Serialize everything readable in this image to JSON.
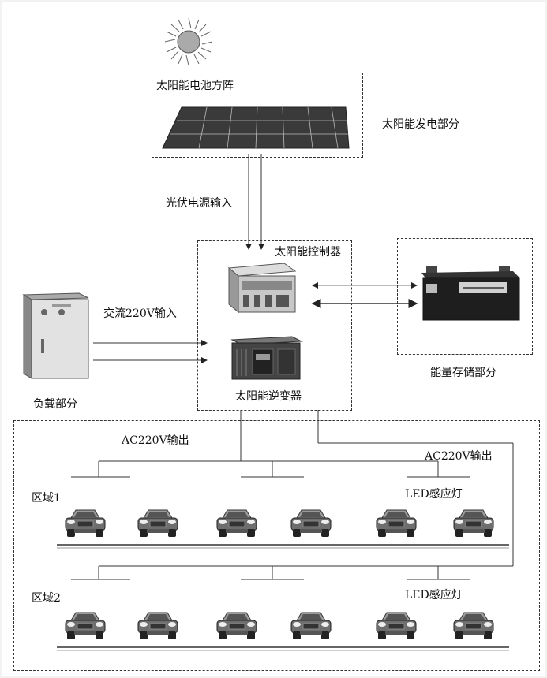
{
  "labels": {
    "pv_array": "太阳能电池方阵",
    "generation": "太阳能发电部分",
    "pv_input": "光伏电源输入",
    "controller": "太阳能控制器",
    "ac_input": "交流220V输入",
    "load": "负载部分",
    "inverter": "太阳能逆变器",
    "storage": "能量存储部分",
    "ac_out_1": "AC220V输出",
    "ac_out_2": "AC220V输出",
    "zone1": "区域1",
    "zone2": "区域2",
    "led_1": "LED感应灯",
    "led_2": "LED感应灯"
  },
  "icons": {
    "sun": "sun-icon",
    "panel": "solar-panel-icon",
    "controller": "controller-device-icon",
    "inverter": "inverter-device-icon",
    "battery": "battery-icon",
    "cabinet": "load-cabinet-icon",
    "car": "car-icon"
  },
  "colors": {
    "line": "#333333",
    "device": "#555555"
  }
}
